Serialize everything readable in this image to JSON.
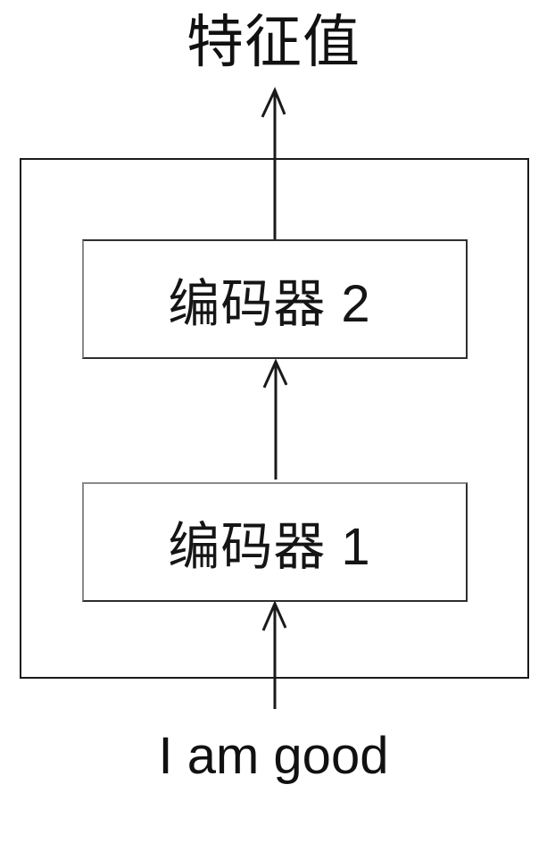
{
  "diagram": {
    "output_label": "特征值",
    "input_label": "I am good",
    "blocks": [
      {
        "label": "编码器 2"
      },
      {
        "label": "编码器 1"
      }
    ],
    "icons": [
      "arrow-up-output",
      "arrow-up-between-encoders",
      "arrow-up-input"
    ],
    "colors": {
      "background": "#ffffff",
      "line": "#1a1a1a",
      "text": "#111111"
    }
  }
}
